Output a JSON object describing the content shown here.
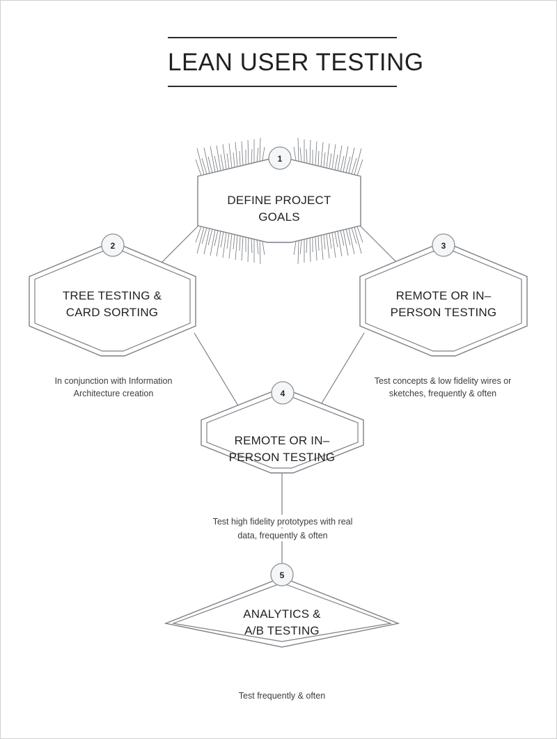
{
  "page": {
    "title": "LEAN USER TESTING",
    "background_color": "#ffffff",
    "border_color": "#cfcfcf",
    "rule_color": "#2b2b2b",
    "shape_stroke_color": "#7b7f85",
    "text_color": "#231f20",
    "caption_color": "#3c3c3c",
    "badge_fill_color": "#f4f6f8"
  },
  "diagram": {
    "type": "flow-diagram",
    "nodes": [
      {
        "number": "1",
        "shape": "hexagon",
        "outline": "single-with-sunburst",
        "label_line1": "DEFINE PROJECT",
        "label_line2": "GOALS",
        "caption": ""
      },
      {
        "number": "2",
        "shape": "hexagon",
        "outline": "double",
        "label_line1": "TREE TESTING &",
        "label_line2": "CARD SORTING",
        "caption_line1": "In conjunction with Information",
        "caption_line2": "Architecture creation"
      },
      {
        "number": "3",
        "shape": "hexagon",
        "outline": "double",
        "label_line1": "REMOTE OR IN–",
        "label_line2": "PERSON TESTING",
        "caption_line1": "Test concepts & low fidelity wires or",
        "caption_line2": "sketches, frequently & often"
      },
      {
        "number": "4",
        "shape": "hexagon",
        "outline": "double",
        "label_line1": "REMOTE OR IN–",
        "label_line2": "PERSON TESTING",
        "caption_line1": "Test high fidelity prototypes with real",
        "caption_line2": "data, frequently & often"
      },
      {
        "number": "5",
        "shape": "diamond",
        "outline": "double",
        "label_line1": "ANALYTICS &",
        "label_line2": "A/B TESTING",
        "caption_line1": "Test frequently & often",
        "caption_line2": ""
      }
    ],
    "connections": [
      {
        "from": "1",
        "to": "2"
      },
      {
        "from": "1",
        "to": "3"
      },
      {
        "from": "2",
        "to": "4"
      },
      {
        "from": "3",
        "to": "4"
      },
      {
        "from": "4",
        "to": "5"
      }
    ]
  }
}
